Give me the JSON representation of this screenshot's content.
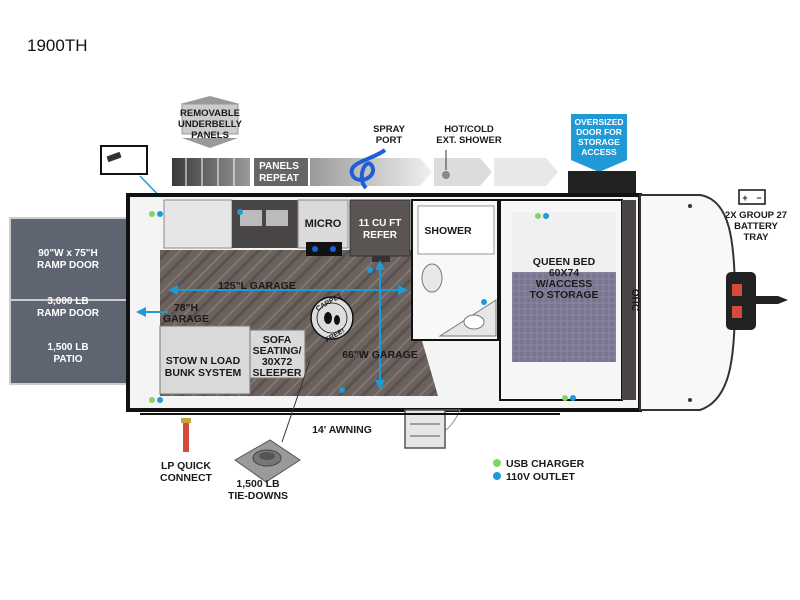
{
  "model": "1900TH",
  "labels": {
    "removable_underbelly": [
      "REMOVABLE",
      "UNDERBELLY",
      "PANELS"
    ],
    "panels_repeat": [
      "PANELS",
      "REPEAT"
    ],
    "spray_port": [
      "SPRAY",
      "PORT"
    ],
    "hot_cold_shower": [
      "HOT/COLD",
      "EXT. SHOWER"
    ],
    "oversized_door": [
      "OVERSIZED",
      "DOOR FOR",
      "STORAGE",
      "ACCESS"
    ],
    "battery_tray": [
      "2X GROUP 27",
      "BATTERY",
      "TRAY"
    ],
    "ramp_door_size": [
      "90\"W x 75\"H",
      "RAMP DOOR"
    ],
    "ramp_door_weight": [
      "3,000 LB",
      "RAMP DOOR"
    ],
    "patio": [
      "1,500 LB",
      "PATIO"
    ],
    "micro": "MICRO",
    "refer": [
      "11 CU FT",
      "REFER"
    ],
    "shower": "SHOWER",
    "queen_bed": [
      "QUEEN BED",
      "60X74",
      "W/ACCESS",
      "TO STORAGE"
    ],
    "ohc": "OHC",
    "garage_length": "125\"L GARAGE",
    "garage_height": [
      "78\"H",
      "GARAGE"
    ],
    "carpet_free": [
      "CARPET",
      "FREE!"
    ],
    "sofa": [
      "SOFA",
      "SEATING/",
      "30X72",
      "SLEEPER"
    ],
    "garage_width": "66\"W GARAGE",
    "bunk": [
      "STOW N LOAD",
      "BUNK SYSTEM"
    ],
    "awning": "14' AWNING",
    "lp_connect": [
      "LP QUICK",
      "CONNECT"
    ],
    "tie_downs": [
      "1,500 LB",
      "TIE-DOWNS"
    ]
  },
  "legend": [
    {
      "label": "USB CHARGER",
      "color": "#7fd46a"
    },
    {
      "label": "110V OUTLET",
      "color": "#1f9ad6"
    }
  ],
  "colors": {
    "accent_blue": "#1f9ad6",
    "usb_green": "#7fd46a",
    "ramp_gray": "#5e6470",
    "wood_floor": "#6b625e",
    "bed_purple": "#7a7490",
    "cabinet_dark": "#4a4646"
  }
}
